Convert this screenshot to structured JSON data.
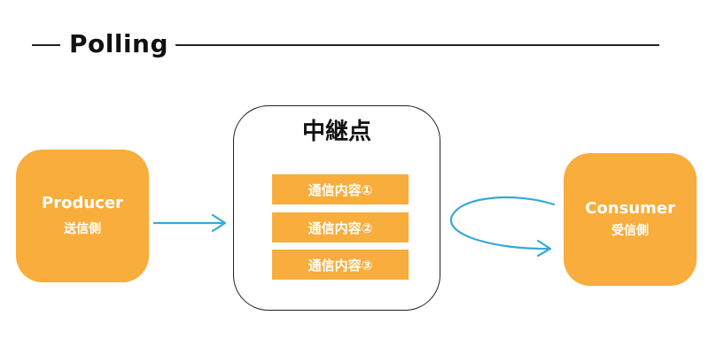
{
  "title": "Polling",
  "producer": {
    "name": "Producer",
    "role": "送信側"
  },
  "relay": {
    "title": "中継点",
    "messages": [
      "通信内容①",
      "通信内容②",
      "通信内容③"
    ]
  },
  "consumer": {
    "name": "Consumer",
    "role": "受信側"
  },
  "colors": {
    "node_fill": "#f9ad3c",
    "arrow": "#3aa7d8",
    "text_dark": "#111111"
  }
}
